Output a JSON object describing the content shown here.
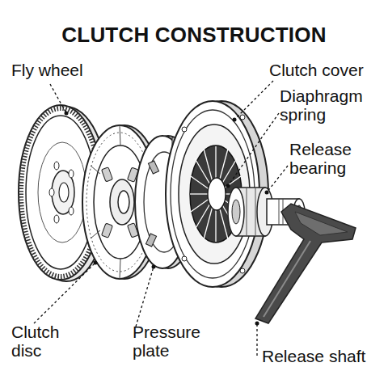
{
  "diagram": {
    "title": "CLUTCH CONSTRUCTION",
    "labels": [
      "Fly wheel",
      "Clutch cover",
      "Diaphragm spring",
      "Release bearing",
      "Clutch disc",
      "Pressure plate",
      "Release shaft"
    ]
  }
}
